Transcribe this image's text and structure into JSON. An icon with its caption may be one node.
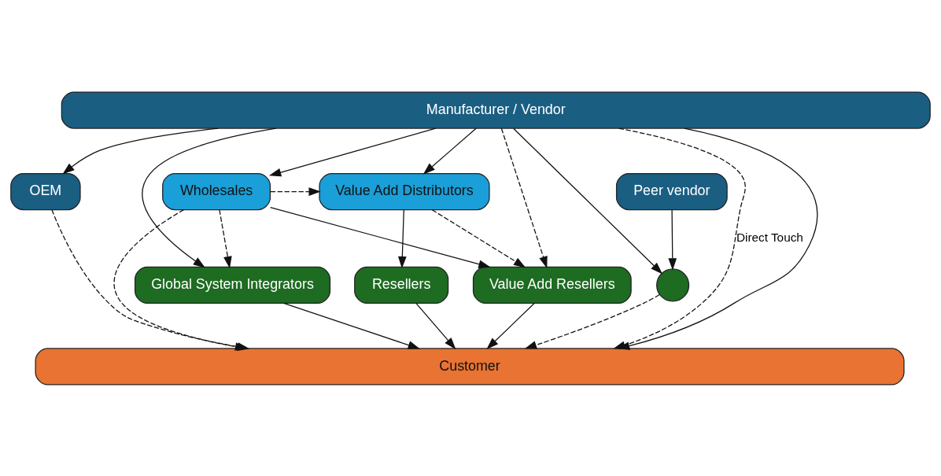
{
  "diagram": {
    "nodes": [
      {
        "text": [
          "Manufacturer / Vendor"
        ]
      },
      {
        "text": [
          "Peer vendor"
        ]
      },
      {
        "text": [
          "OEM"
        ]
      },
      {
        "text": [
          "Value Add Distributors"
        ]
      },
      {
        "text": [
          "Wholesales"
        ]
      },
      {
        "text": [],
        "shape": "circle"
      },
      {
        "text": [
          "Resellers"
        ]
      },
      {
        "text": [
          "Value Add Resellers"
        ]
      },
      {
        "text": [
          "Global System Integrators"
        ]
      },
      {
        "text": [
          "Customer"
        ]
      }
    ],
    "edges": [
      {
        "from": 0,
        "to": 5,
        "arrow": "to"
      },
      {
        "from": 0,
        "to": 2,
        "arrow": "to"
      },
      {
        "from": 0,
        "to": 3,
        "arrow": "to"
      },
      {
        "from": 0,
        "to": 7,
        "arrow": "to",
        "style": "dashed"
      },
      {
        "from": 0,
        "to": 4,
        "arrow": "to"
      },
      {
        "from": 0,
        "to": 8,
        "arrow": "to"
      },
      {
        "from": 0,
        "to": 9,
        "arrow": "to",
        "style": "dashed",
        "label": "Direct Touch"
      },
      {
        "from": 0,
        "to": 9,
        "arrow": "to"
      },
      {
        "from": 1,
        "to": 5,
        "arrow": "to"
      },
      {
        "from": 4,
        "to": 3,
        "arrow": "to",
        "style": "dashed"
      },
      {
        "from": 3,
        "to": 6,
        "arrow": "to"
      },
      {
        "from": 3,
        "to": 7,
        "arrow": "to",
        "style": "dashed"
      },
      {
        "from": 4,
        "to": 7,
        "arrow": "to"
      },
      {
        "from": 4,
        "to": 9,
        "arrow": "to",
        "style": "dashed"
      },
      {
        "from": 4,
        "to": 8,
        "arrow": "to",
        "style": "dashed"
      },
      {
        "from": 5,
        "to": 9,
        "arrow": "to",
        "style": "dashed"
      },
      {
        "from": 2,
        "to": 9,
        "arrow": "to",
        "style": "dashed"
      },
      {
        "from": 6,
        "to": 9,
        "arrow": "to"
      },
      {
        "from": 7,
        "to": 9,
        "arrow": "to"
      },
      {
        "from": 8,
        "to": 9,
        "arrow": "to"
      }
    ]
  }
}
